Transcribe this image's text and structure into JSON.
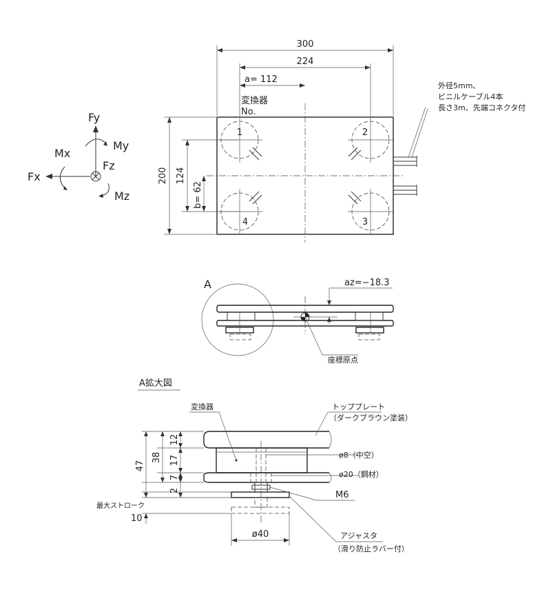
{
  "top_view": {
    "dims": {
      "width_total": "300",
      "width_inner": "224",
      "a_label": "a= 112",
      "height_total": "200",
      "height_inner": "124",
      "b_label": "b= 62"
    },
    "transducer_label_1": "変換器",
    "transducer_label_2": "No.",
    "sensor_numbers": [
      "1",
      "2",
      "3",
      "4"
    ],
    "cable_note": [
      "外径5mm、",
      "ビニルケーブル4本",
      "長さ3m、先端コネクタ付"
    ]
  },
  "axes": {
    "fy": "Fy",
    "my": "My",
    "mx": "Mx",
    "fz": "Fz",
    "fx": "Fx",
    "mz": "Mz"
  },
  "side_view": {
    "detail_letter": "A",
    "az_label": "az=−18.3",
    "origin_label": "座標原点"
  },
  "detail_view": {
    "title": "A拡大図",
    "transducer": "変換器",
    "top_plate": "トッププレート",
    "top_plate_note": "（ダークブラウン塗装）",
    "hole_8": "ø8（中空）",
    "hole_20": "ø20（鋼材）",
    "bolt": "M6",
    "adjuster": "アジャスタ",
    "adjuster_note": "（滑り防止ラバー付）",
    "max_stroke": "最大ストローク",
    "stroke_value": "10",
    "dim_47": "47",
    "dim_38": "38",
    "dim_12": "12",
    "dim_17": "17",
    "dim_7": "7",
    "dim_2": "2",
    "dia_40": "ø40"
  }
}
